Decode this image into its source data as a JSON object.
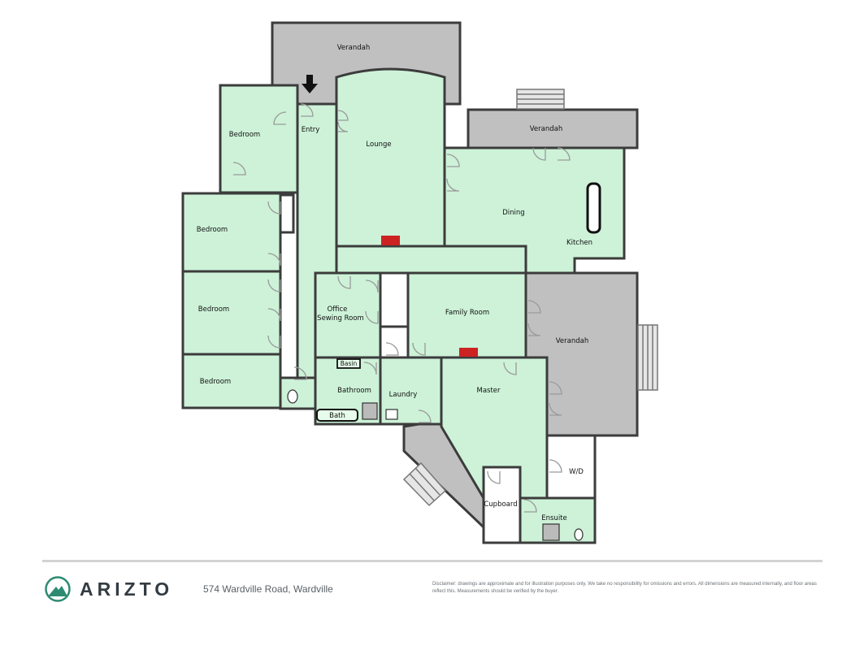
{
  "rooms": {
    "verandah_top": "Verandah",
    "verandah_right_top": "Verandah",
    "verandah_right": "Verandah",
    "entry": "Entry",
    "lounge": "Lounge",
    "dining": "Dining",
    "kitchen": "Kitchen",
    "bedroom_1": "Bedroom",
    "bedroom_2": "Bedroom",
    "bedroom_3": "Bedroom",
    "bedroom_4": "Bedroom",
    "office_line1": "Office",
    "office_line2": "Sewing Room",
    "family_room": "Family Room",
    "basin": "Basin",
    "bathroom": "Bathroom",
    "laundry": "Laundry",
    "bath": "Bath",
    "master": "Master",
    "wd": "W/D",
    "cupboard": "Cupboard",
    "ensuite": "Ensuite"
  },
  "footer": {
    "brand": "ARIZTO",
    "address": "574 Wardville Road, Wardville",
    "disclaimer": "Disclaimer: drawings are approximate and for illustration purposes only. We take no responsibility for omissions and errors. All dimensions are measured internally, and floor areas reflect this. Measurements should be verified by the buyer."
  },
  "colors": {
    "room_fill": "#cdf2d8",
    "verandah_fill": "#c0c0c0",
    "wall": "#3c3c3c",
    "fireplace": "#cc2222",
    "brand": "#333c42",
    "logo": "#2e8b72"
  }
}
